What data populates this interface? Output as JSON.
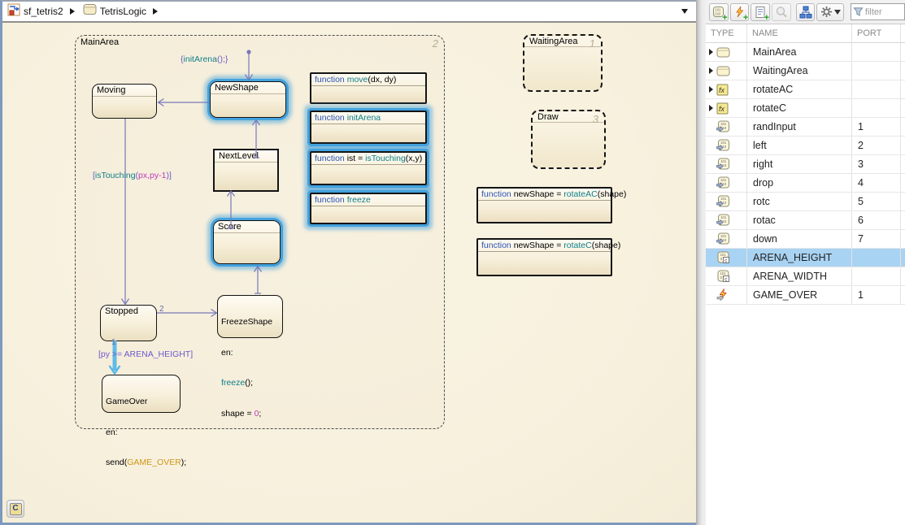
{
  "breadcrumb": {
    "model": "sf_tetris2",
    "chart": "TetrisLogic",
    "model_icon": "simulink-model-icon",
    "chart_icon": "stateflow-chart-icon"
  },
  "canvas": {
    "action_language_badge": "C",
    "containers": {
      "main_area": {
        "label": "MainArea",
        "number": "2"
      },
      "waiting_area": {
        "label": "WaitingArea",
        "number": "1"
      },
      "draw": {
        "label": "Draw",
        "number": "3"
      }
    },
    "states": {
      "moving": {
        "title": "Moving"
      },
      "new_shape": {
        "title": "NewShape"
      },
      "next_level": {
        "title": "NextLevel"
      },
      "score": {
        "title": "Score"
      },
      "stopped": {
        "title": "Stopped"
      },
      "freeze_shape": {
        "title": "FreezeShape",
        "en": "en:",
        "call_fn": "freeze",
        "call_rest": "();",
        "assign_pre": "shape = ",
        "assign_val": "0",
        "assign_post": ";"
      },
      "game_over": {
        "title": "GameOver",
        "en": "en:",
        "send_pre": "send(",
        "event": "GAME_OVER",
        "send_post": ");"
      }
    },
    "functions": {
      "move": {
        "kw": "function ",
        "pre": "",
        "name": "move",
        "rest": "(dx, dy)"
      },
      "init_arena": {
        "kw": "function ",
        "pre": "",
        "name": "initArena",
        "rest": ""
      },
      "is_touching": {
        "kw": "function ",
        "pre": "ist = ",
        "name": "isTouching",
        "rest": "(x,y)"
      },
      "freeze": {
        "kw": "function ",
        "pre": "",
        "name": "freeze",
        "rest": ""
      },
      "rotate_ac": {
        "kw": "function ",
        "pre": "newShape = ",
        "name": "rotateAC",
        "rest": "(shape)"
      },
      "rotate_c": {
        "kw": "function ",
        "pre": "newShape = ",
        "name": "rotateC",
        "rest": "(shape)"
      }
    },
    "transitions": {
      "default_action": {
        "open": "{",
        "fn": "initArena",
        "close": "();}"
      },
      "touch_cond": {
        "open": "[",
        "fn": "isTouching",
        "paren": "(",
        "args": "px,py-1",
        "close": ")]"
      },
      "game_over_cond": "[py >= ARENA_HEIGHT]",
      "order_freeze": "2",
      "order_game_over": "1"
    },
    "colors": {
      "background": "#f8f2e1",
      "selection_glow": "#43a2dc",
      "transition": "#7878b8",
      "highlight_transition": "#58b7e7",
      "keyword": "#2b54b8",
      "function_name": "#0e7f89",
      "number_literal": "#c03ab8",
      "event_name": "#cf9616",
      "condition_label": "#6c59cc"
    }
  },
  "panel": {
    "toolbar": {
      "filter_placeholder": "filter",
      "buttons": [
        {
          "name": "add-data-button",
          "icon": "data-plus-icon"
        },
        {
          "name": "add-event-button",
          "icon": "event-plus-icon"
        },
        {
          "name": "add-message-button",
          "icon": "message-plus-icon"
        },
        {
          "name": "trace-button",
          "icon": "trace-icon",
          "disabled": true
        },
        {
          "name": "show-symbols-button",
          "icon": "hierarchy-icon"
        },
        {
          "name": "settings-button",
          "icon": "gear-icon",
          "has_dropdown": true
        }
      ]
    },
    "table": {
      "columns": [
        "TYPE",
        "NAME",
        "PORT"
      ],
      "rows": [
        {
          "icon": "state",
          "name": "MainArea",
          "port": "",
          "expand": true
        },
        {
          "icon": "state",
          "name": "WaitingArea",
          "port": "",
          "expand": true
        },
        {
          "icon": "function",
          "name": "rotateAC",
          "port": "",
          "expand": true
        },
        {
          "icon": "function",
          "name": "rotateC",
          "port": "",
          "expand": true
        },
        {
          "icon": "input-data",
          "name": "randInput",
          "port": "1"
        },
        {
          "icon": "input-data",
          "name": "left",
          "port": "2"
        },
        {
          "icon": "input-data",
          "name": "right",
          "port": "3"
        },
        {
          "icon": "input-data",
          "name": "drop",
          "port": "4"
        },
        {
          "icon": "input-data",
          "name": "rotc",
          "port": "5"
        },
        {
          "icon": "input-data",
          "name": "rotac",
          "port": "6"
        },
        {
          "icon": "input-data",
          "name": "down",
          "port": "7"
        },
        {
          "icon": "constant-data",
          "name": "ARENA_HEIGHT",
          "port": "",
          "selected": true
        },
        {
          "icon": "constant-data",
          "name": "ARENA_WIDTH",
          "port": ""
        },
        {
          "icon": "output-event",
          "name": "GAME_OVER",
          "port": "1"
        }
      ]
    }
  }
}
